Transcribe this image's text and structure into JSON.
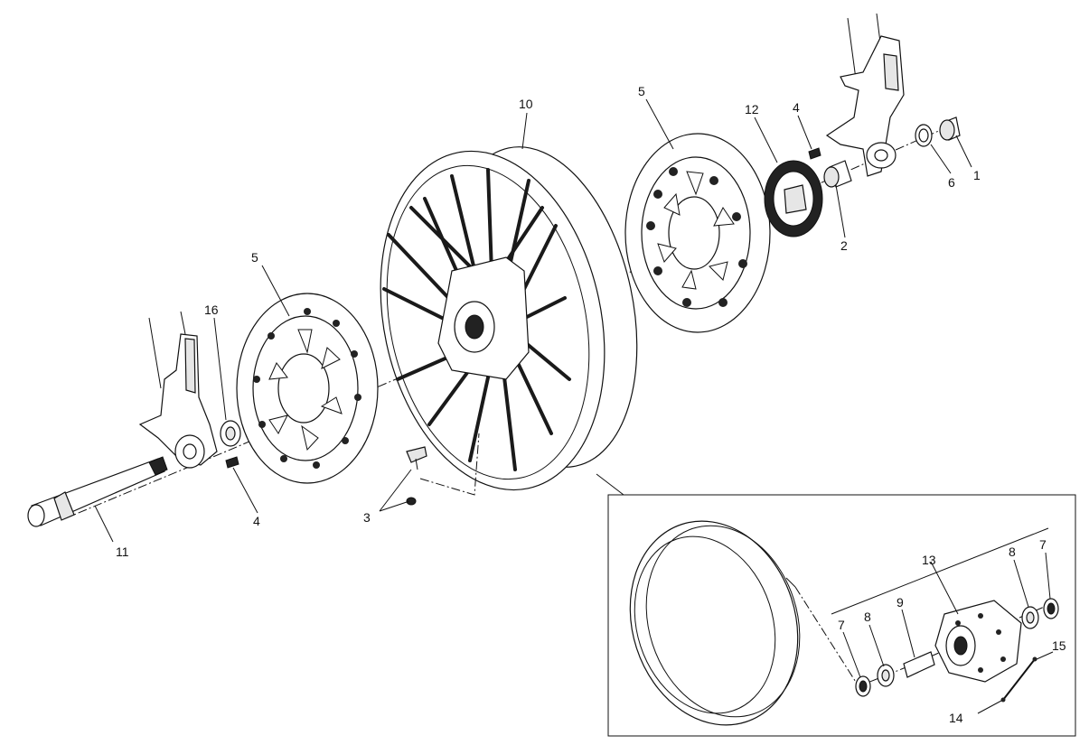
{
  "callouts": {
    "c1": "1",
    "c2": "2",
    "c3": "3",
    "c4a": "4",
    "c4b": "4",
    "c5a": "5",
    "c5b": "5",
    "c6": "6",
    "c7a": "7",
    "c7b": "7",
    "c8a": "8",
    "c8b": "8",
    "c9": "9",
    "c10": "10",
    "c11": "11",
    "c12": "12",
    "c13": "13",
    "c14": "14",
    "c15": "15",
    "c16": "16"
  }
}
